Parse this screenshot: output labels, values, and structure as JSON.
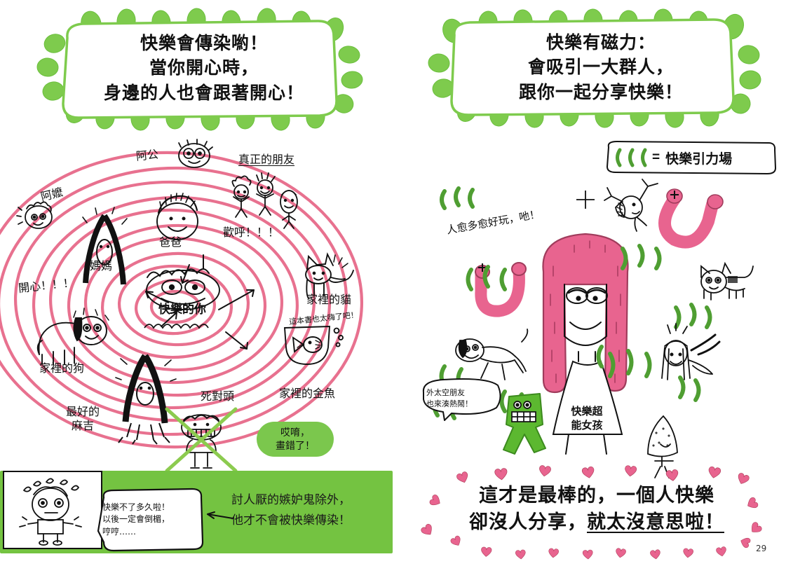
{
  "colors": {
    "green": "#74c341",
    "green_light": "#8fd35f",
    "pink": "#e8648f",
    "pink_spiral": "#e8718f",
    "ink": "#111111"
  },
  "left_page": {
    "headline": {
      "lines": [
        "快樂會傳染喲！",
        "當你開心時，",
        "身邊的人也會跟著開心！"
      ]
    },
    "diagram_labels": [
      {
        "id": "grandpa",
        "text": "阿公"
      },
      {
        "id": "grandma",
        "text": "阿嬤"
      },
      {
        "id": "true-friends",
        "text": "真正的朋友"
      },
      {
        "id": "cheer",
        "text": "歡呼！！！"
      },
      {
        "id": "mom",
        "text": "媽媽"
      },
      {
        "id": "dad",
        "text": "爸爸"
      },
      {
        "id": "happy",
        "text": "開心！！！"
      },
      {
        "id": "happy-you",
        "text": "快樂的你"
      },
      {
        "id": "house-cat",
        "text": "家裡的貓"
      },
      {
        "id": "house-dog",
        "text": "家裡的狗"
      },
      {
        "id": "best-buddy",
        "text": "最好的\n麻吉"
      },
      {
        "id": "nemesis",
        "text": "死對頭"
      },
      {
        "id": "goldfish",
        "text": "家裡的金魚"
      },
      {
        "id": "fish-line",
        "text": "這本書也太嗨了吧！"
      }
    ],
    "oops_pill": {
      "lines": [
        "哎唷，",
        "畫錯了！"
      ]
    },
    "bottom_band": {
      "speech_bubble": {
        "lines": [
          "快樂不了多久啦！",
          "以後一定會倒楣，",
          "哼哼……"
        ]
      },
      "note": {
        "lines": [
          "討人厭的嫉妒鬼除外，",
          "他才不會被快樂傳染！"
        ]
      }
    }
  },
  "right_page": {
    "headline": {
      "lines": [
        "快樂有磁力：",
        "會吸引一大群人，",
        "跟你一起分享快樂！"
      ]
    },
    "legend": {
      "equals": "=",
      "text": "快樂引力場",
      "arc_glyph": "((("
    },
    "diagram_labels": [
      {
        "id": "more-the-merrier",
        "text": "人愈多愈好玩，吔！"
      },
      {
        "id": "alien-speech",
        "text": "外太空朋友\n也來湊熱鬧！"
      },
      {
        "id": "super-girl",
        "text": "快樂超\n能女孩"
      }
    ],
    "caption": {
      "line1": "這才是最棒的，一個人快樂",
      "line2_plain": "卻沒人分享，",
      "line2_underlined": "就太沒意思啦！"
    },
    "page_number": "29"
  }
}
